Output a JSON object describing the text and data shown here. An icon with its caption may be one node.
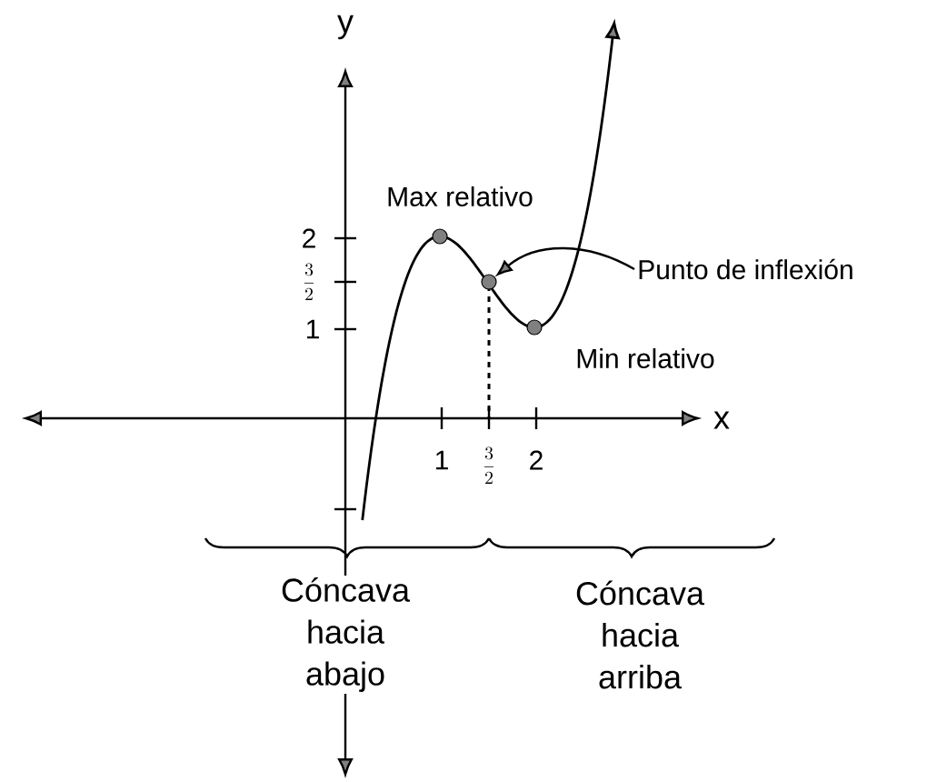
{
  "diagram": {
    "nodes": [
      {
        "text": [
          "Punto de inflexión"
        ]
      },
      {
        "text": [],
        "shape": "circle"
      }
    ],
    "edges": [
      {
        "from": 0,
        "to": 1,
        "arrow": "to"
      }
    ],
    "labels": [
      "y",
      "Max relativo",
      "2",
      "\\frac{3}{2}",
      "1",
      "Min relativo",
      "x",
      "1",
      "\\frac{3}{2}",
      "2",
      "Cóncava hacia abajo",
      "Cóncava hacia arriba"
    ]
  }
}
